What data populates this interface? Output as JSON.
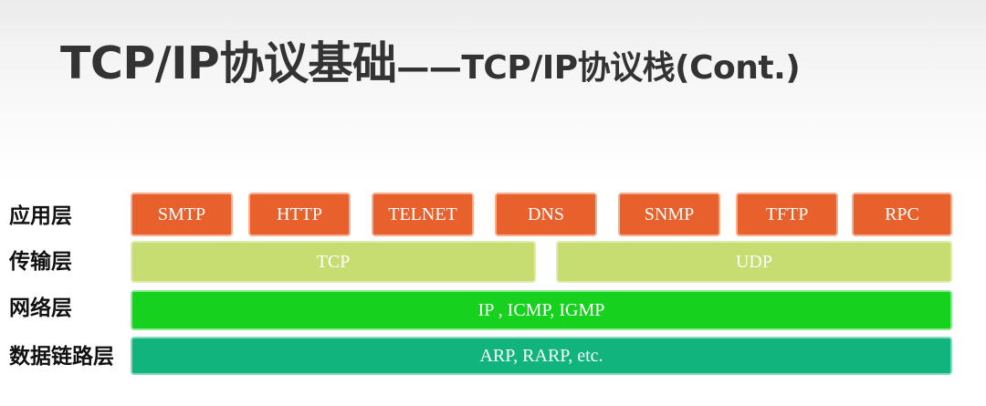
{
  "title": {
    "main": "TCP/IP协议基础",
    "sub": "——TCP/IP协议栈(Cont.)"
  },
  "layers": {
    "application": "应用层",
    "transport": "传输层",
    "network": "网络层",
    "datalink": "数据链路层"
  },
  "application_protocols": [
    "SMTP",
    "HTTP",
    "TELNET",
    "DNS",
    "SNMP",
    "TFTP",
    "RPC"
  ],
  "transport_protocols": [
    "TCP",
    "UDP"
  ],
  "network_protocols": "IP , ICMP, IGMP",
  "datalink_protocols": "ARP, RARP, etc.",
  "colors": {
    "application": "#e8612c",
    "transport": "#c7dd72",
    "network": "#16d11e",
    "datalink": "#12b47d"
  }
}
